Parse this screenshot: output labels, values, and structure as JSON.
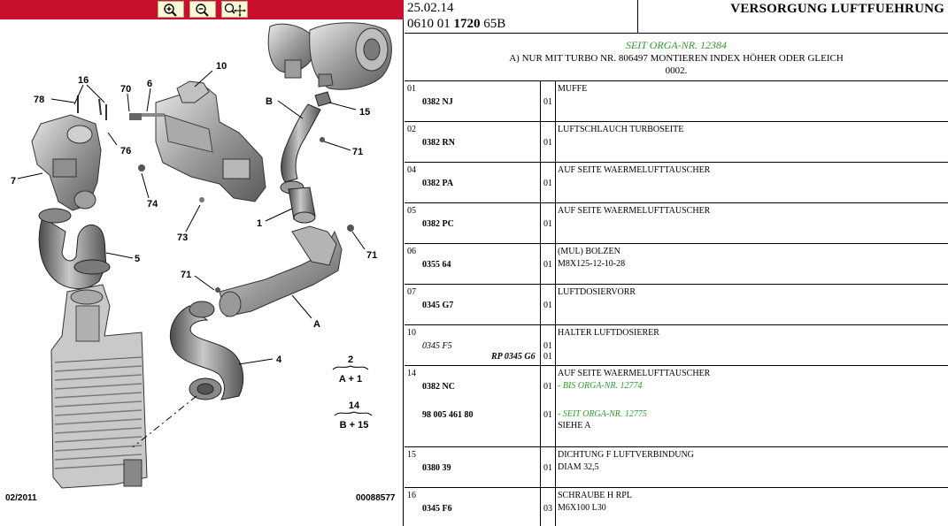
{
  "toolbar": {
    "buttons": [
      {
        "name": "zoom-in",
        "icon": "zoom-in-icon"
      },
      {
        "name": "zoom-out",
        "icon": "zoom-out-icon"
      },
      {
        "name": "zoom-fit",
        "icon": "zoom-move-icon"
      }
    ],
    "bg_color": "#c8102e"
  },
  "diagram": {
    "callouts": [
      "16",
      "78",
      "70",
      "6",
      "10",
      "76",
      "B",
      "15",
      "7",
      "71",
      "74",
      "1",
      "73",
      "5",
      "71",
      "71",
      "A",
      "4"
    ],
    "legend": [
      {
        "top": "2",
        "bottom": "A + 1"
      },
      {
        "top": "14",
        "bottom": "B + 15"
      }
    ],
    "footer_date": "02/2011",
    "footer_code": "00088577"
  },
  "header": {
    "date": "25.02.14",
    "ref_a": "0610 01",
    "ref_b": "1720",
    "ref_c": "65B",
    "title": "VERSORGUNG LUFTFUEHRUNG"
  },
  "note": {
    "orga": "SEIT ORGA-NR. 12384",
    "line1": "A) NUR MIT TURBO NR. 806497 MONTIEREN INDEX HÖHER ODER GLEICH",
    "line2": "0002."
  },
  "rows": [
    {
      "pos": "01",
      "ref": "0382 NJ",
      "qty": "01",
      "desc": "MUFFE"
    },
    {
      "pos": "02",
      "ref": "0382 RN",
      "qty": "01",
      "desc": "LUFTSCHLAUCH TURBOSEITE"
    },
    {
      "pos": "04",
      "ref": "0382 PA",
      "qty": "01",
      "desc": "AUF SEITE WAERMELUFTTAUSCHER"
    },
    {
      "pos": "05",
      "ref": "0382 PC",
      "qty": "01",
      "desc": "AUF SEITE WAERMELUFTTAUSCHER"
    },
    {
      "pos": "06",
      "ref": "0355 64",
      "qty": "01",
      "desc": "(MUL) BOLZEN",
      "spec": "M8X125-12-10-28"
    },
    {
      "pos": "07",
      "ref": "0345 G7",
      "qty": "01",
      "desc": "LUFTDOSIERVORR"
    },
    {
      "pos": "10",
      "ref": "0345 F5",
      "qty": "01",
      "rp": "RP 0345 G6",
      "qty2": "01",
      "desc": "HALTER LUFTDOSIERER"
    },
    {
      "pos": "14",
      "ref": "0382 NC",
      "qty": "01",
      "desc": "AUF SEITE WAERMELUFTTAUSCHER",
      "green1": "- BIS ORGA-NR. 12774",
      "ref2": "98 005 461 80",
      "qty2": "01",
      "green2": "- SEIT ORGA-NR. 12775",
      "spec": "SIEHE A"
    },
    {
      "pos": "15",
      "ref": "0380 39",
      "qty": "01",
      "desc": "DICHTUNG F LUFTVERBINDUNG",
      "spec": "DIAM 32,5"
    },
    {
      "pos": "16",
      "ref": "0345 F6",
      "qty": "03",
      "desc": "SCHRAUBE H RPL",
      "spec": "M6X100 L30"
    }
  ]
}
